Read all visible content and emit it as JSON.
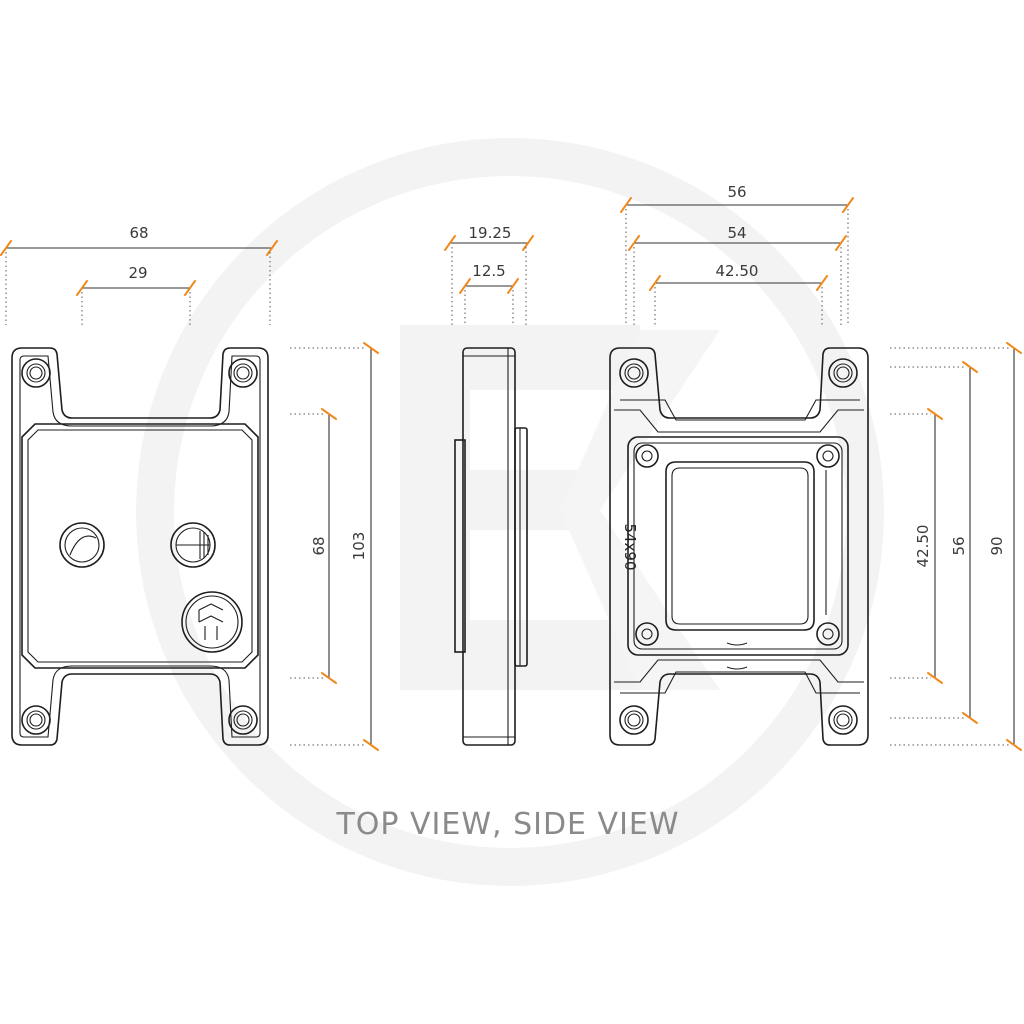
{
  "top_view": {
    "width_total": "68",
    "width_hole": "29",
    "height_inner": "68",
    "height_total": "103"
  },
  "side_view": {
    "width_total": "19.25",
    "width_inner": "12.5"
  },
  "bottom_view": {
    "width_a": "56",
    "width_b": "54",
    "width_c": "42.50",
    "socket_label": "54x90",
    "height_a": "42.50",
    "height_b": "56",
    "height_c": "90"
  },
  "caption": "TOP VIEW, SIDE VIEW",
  "colors": {
    "accent": "#f08a1c",
    "outline": "#1e1e1e",
    "watermark": "#f2f2f2",
    "caption": "#8a8a8a"
  },
  "watermark_icon": "ek-logo-icon"
}
